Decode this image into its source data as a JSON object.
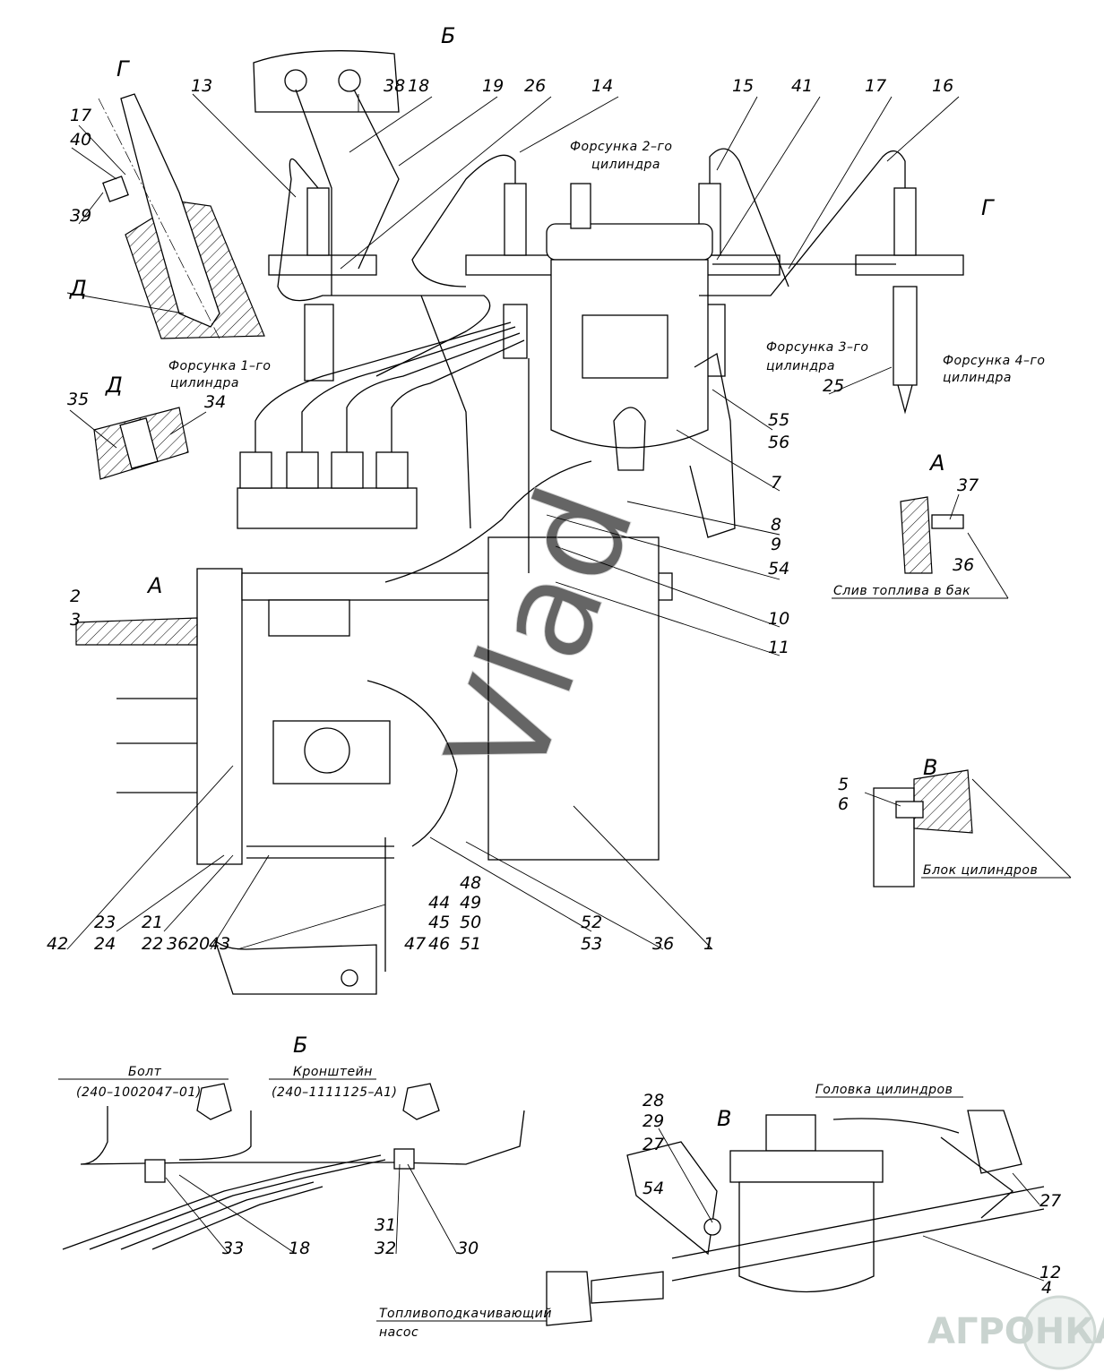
{
  "drawing": {
    "view_letters": [
      "Г",
      "Б",
      "Г",
      "Д",
      "Д",
      "А",
      "А",
      "В",
      "В",
      "Б"
    ],
    "notes": {
      "injector1_a": "Форсунка 1–го",
      "injector1_b": "цилиндра",
      "injector2_a": "Форсунка 2–го",
      "injector2_b": "цилиндра",
      "injector3_a": "Форсунка 3–го",
      "injector3_b": "цилиндра",
      "injector4_a": "Форсунка 4–го",
      "injector4_b": "цилиндра",
      "drain": "Слив топлива в бак",
      "block": "Блок цилиндров",
      "bolt": "Болт",
      "bolt_code": "(240–1002047–01)",
      "bracket": "Кронштейн",
      "bracket_code": "(240–1111125–А1)",
      "pump_a": "Топливоподкачивающий",
      "pump_b": "насос",
      "head": "Головка цилиндров"
    },
    "callouts": [
      "17",
      "40",
      "39",
      "13",
      "38",
      "18",
      "19",
      "26",
      "14",
      "15",
      "41",
      "17",
      "16",
      "25",
      "35",
      "34",
      "55",
      "56",
      "7",
      "8",
      "9",
      "54",
      "10",
      "11",
      "37",
      "36",
      "2",
      "3",
      "5",
      "6",
      "42",
      "23",
      "24",
      "21",
      "22",
      "36",
      "20",
      "43",
      "48",
      "44",
      "49",
      "45",
      "50",
      "47",
      "46",
      "51",
      "52",
      "53",
      "36",
      "1",
      "33",
      "18",
      "31",
      "32",
      "30",
      "28",
      "29",
      "27",
      "54",
      "27",
      "12",
      "4"
    ],
    "logo": "АГРОНКА",
    "watermark": "Vlad"
  }
}
